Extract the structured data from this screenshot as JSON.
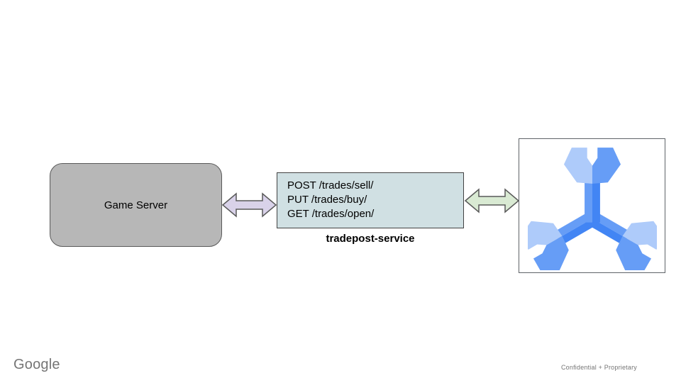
{
  "diagram": {
    "game_server": {
      "label": "Game Server",
      "fill": "#b7b7b7"
    },
    "api_box": {
      "fill": "#d0e0e3",
      "lines": [
        "POST /trades/sell/",
        "PUT /trades/buy/",
        "GET /trades/open/"
      ]
    },
    "service_label": "tradepost-service",
    "left_arrow": {
      "fill": "#d9d2e9"
    },
    "right_arrow": {
      "fill": "#d9ead3"
    },
    "spanner_icon": {
      "name": "cloud-spanner-logo",
      "colors": {
        "light": "#aecbfa",
        "medium": "#669df6",
        "dark": "#4285f4"
      }
    }
  },
  "footer": {
    "brand": "Google",
    "note": "Confidential + Proprietary",
    "color": "#757575"
  }
}
